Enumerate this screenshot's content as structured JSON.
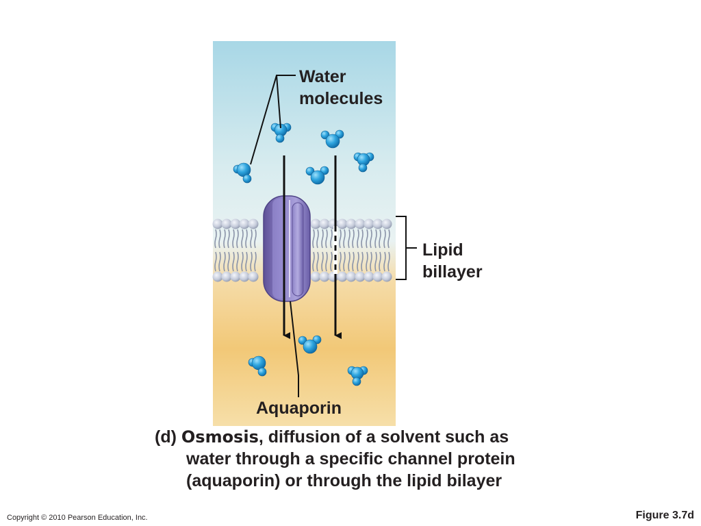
{
  "labels": {
    "water_line1": "Water",
    "water_line2": "molecules",
    "lipid_line1": "Lipid",
    "lipid_line2": "billayer",
    "aquaporin": "Aquaporin"
  },
  "caption": {
    "letter": "(d)",
    "term": "Osmosis",
    "line1_rest": ", diffusion of a solvent such as",
    "line2": "water through a specific channel protein",
    "line3": "(aquaporin) or through the lipid bilayer"
  },
  "footer": {
    "copyright": "Copyright © 2010 Pearson Education, Inc.",
    "figure_number": "Figure 3.7d"
  },
  "colors": {
    "extracellular_top": "#a9d8e6",
    "intracellular_bottom": "#f2c77a",
    "membrane_head": "#c3cad8",
    "aquaporin_protein": "#7b6fb8",
    "water_molecule": "#2b9fd8",
    "text": "#231f20"
  },
  "icons": {
    "water_molecule": "water-molecule-icon",
    "arrow": "down-arrow-icon"
  }
}
